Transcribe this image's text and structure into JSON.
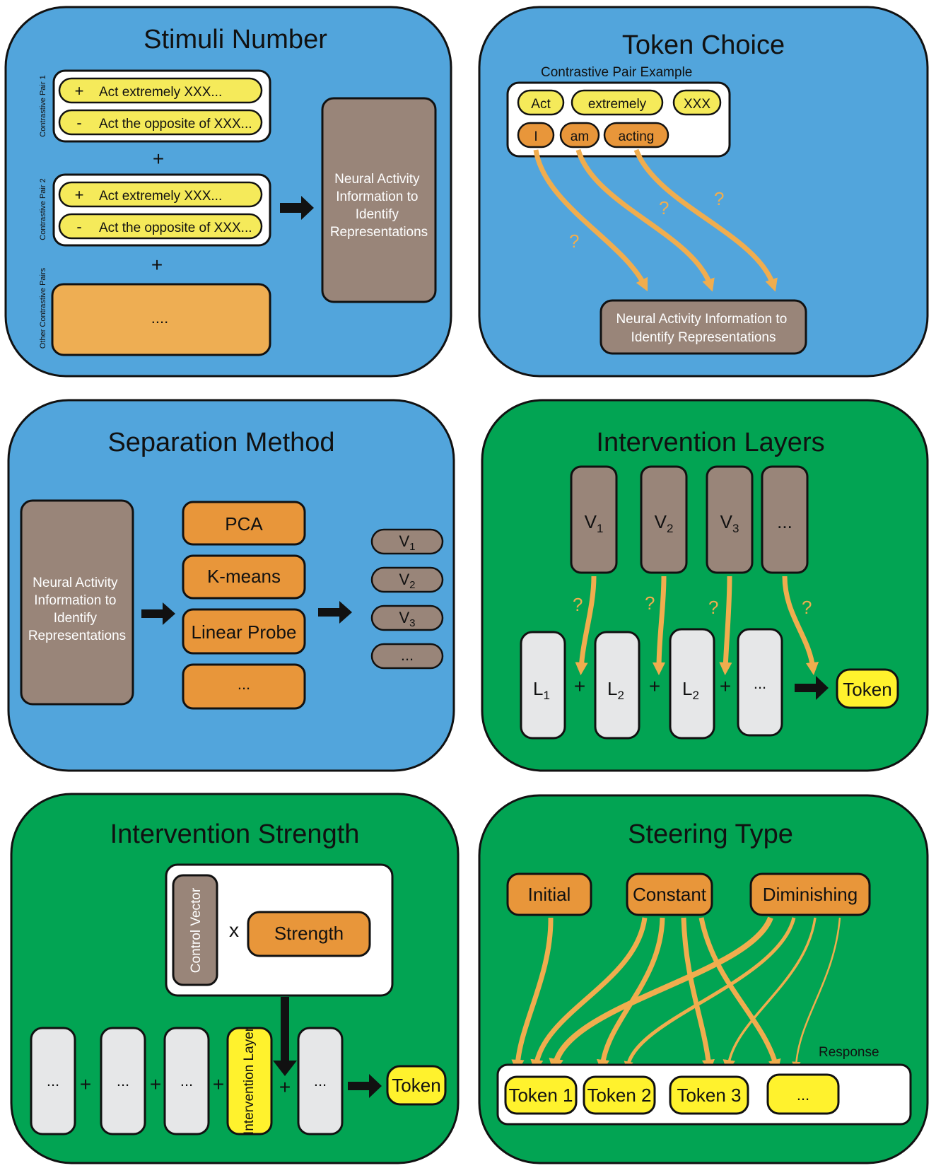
{
  "colors": {
    "panel_blue": "#52a5dc",
    "panel_green": "#02a453",
    "yellow": "#f5ea5a",
    "orange": "#e8963a",
    "light_orange": "#eeae53",
    "brown": "#998579",
    "light_gray": "#e6e7e8",
    "arrow_orange": "#f0ad4e",
    "bright_yellow": "#fff22d"
  },
  "stimuli": {
    "title": "Stimuli Number",
    "pair1_label": "Contrastive Pair 1",
    "pair2_label": "Contrastive Pair 2",
    "other_label": "Other Contrastive Pairs",
    "plus_sign": "+",
    "minus_sign": "-",
    "positive": "Act extremely XXX...",
    "negative": "Act the opposite of XXX...",
    "join_plus": "+",
    "ellipsis": "....",
    "result": [
      "Neural Activity",
      "Information to",
      "Identify",
      "Representations"
    ]
  },
  "token_choice": {
    "title": "Token Choice",
    "caption": "Contrastive Pair Example",
    "row1": [
      "Act",
      "extremely",
      "XXX"
    ],
    "row2": [
      "I",
      "am",
      "acting"
    ],
    "question": "?",
    "result": [
      "Neural Activity Information to",
      "Identify Representations"
    ]
  },
  "separation": {
    "title": "Separation Method",
    "source": [
      "Neural Activity",
      "Information to",
      "Identify",
      "Representations"
    ],
    "methods": [
      "PCA",
      "K-means",
      "Linear Probe",
      "..."
    ],
    "vectors": [
      {
        "base": "V",
        "sub": "1"
      },
      {
        "base": "V",
        "sub": "2"
      },
      {
        "base": "V",
        "sub": "3"
      },
      {
        "base": "...",
        "sub": ""
      }
    ]
  },
  "layers": {
    "title": "Intervention Layers",
    "vectors": [
      {
        "base": "V",
        "sub": "1"
      },
      {
        "base": "V",
        "sub": "2"
      },
      {
        "base": "V",
        "sub": "3"
      },
      {
        "base": "...",
        "sub": ""
      }
    ],
    "question": "?",
    "layer_boxes": [
      {
        "base": "L",
        "sub": "1"
      },
      {
        "base": "L",
        "sub": "2"
      },
      {
        "base": "L",
        "sub": "2"
      },
      {
        "base": "...",
        "sub": ""
      }
    ],
    "plus": "+",
    "output": "Token"
  },
  "strength": {
    "title": "Intervention Strength",
    "control_vector": "Control Vector",
    "times": "x",
    "strength": "Strength",
    "layers": [
      "...",
      "...",
      "...",
      "Intervention Layer",
      "..."
    ],
    "plus": "+",
    "output": "Token"
  },
  "steering": {
    "title": "Steering Type",
    "types": [
      "Initial",
      "Constant",
      "Diminishing"
    ],
    "response_label": "Response",
    "tokens": [
      "Token 1",
      "Token 2",
      "Token 3",
      "..."
    ]
  }
}
